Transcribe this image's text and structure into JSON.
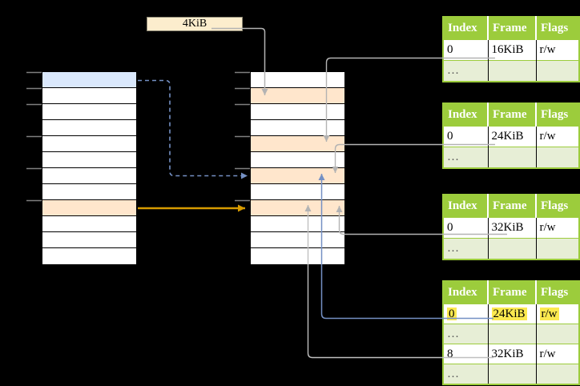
{
  "page_size_label": "4KiB",
  "colors": {
    "bg": "#000000",
    "table-green": "#9ccc3c",
    "row-green": "#e7eed6",
    "page-blue": "#dae8fc",
    "page-orange": "#ffe6cc",
    "note-cream": "#fcedcd",
    "highlight-yellow": "#fce94f",
    "arrow-gray": "#b3b3b3",
    "arrow-blue": "#7490c4",
    "arrow-orange": "#d79b00"
  },
  "virtual_memory": {
    "rows": [
      "blue",
      "white",
      "white",
      "white",
      "white",
      "white",
      "white",
      "white",
      "orange",
      "white",
      "white",
      "white"
    ]
  },
  "physical_memory": {
    "rows": [
      "white",
      "orange",
      "white",
      "white",
      "orange",
      "white",
      "orange",
      "white",
      "orange",
      "white",
      "white",
      "white"
    ]
  },
  "page_tables": [
    {
      "columns": [
        "Index",
        "Frame",
        "Flags"
      ],
      "rows": [
        {
          "index": "0",
          "frame": "16KiB",
          "flags": "r/w"
        },
        {
          "index": "…",
          "frame": "",
          "flags": ""
        }
      ]
    },
    {
      "columns": [
        "Index",
        "Frame",
        "Flags"
      ],
      "rows": [
        {
          "index": "0",
          "frame": "24KiB",
          "flags": "r/w"
        },
        {
          "index": "…",
          "frame": "",
          "flags": ""
        }
      ]
    },
    {
      "columns": [
        "Index",
        "Frame",
        "Flags"
      ],
      "rows": [
        {
          "index": "0",
          "frame": "32KiB",
          "flags": "r/w"
        },
        {
          "index": "…",
          "frame": "",
          "flags": ""
        }
      ]
    },
    {
      "columns": [
        "Index",
        "Frame",
        "Flags"
      ],
      "rows": [
        {
          "index": "0",
          "frame": "24KiB",
          "flags": "r/w",
          "highlight": true
        },
        {
          "index": "…",
          "frame": "",
          "flags": ""
        },
        {
          "index": "8",
          "frame": "32KiB",
          "flags": "r/w"
        },
        {
          "index": "…",
          "frame": "",
          "flags": ""
        }
      ]
    }
  ]
}
